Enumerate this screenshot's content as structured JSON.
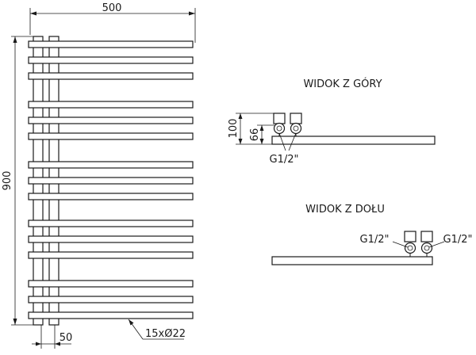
{
  "front": {
    "width_label": "500",
    "height_label": "900",
    "spacing_label": "50",
    "tube_label": "15xØ22",
    "tube_count": 15
  },
  "top_view": {
    "title": "WIDOK Z GÓRY",
    "depth_label": "100",
    "offset_label": "66",
    "thread_label": "G1/2\""
  },
  "bottom_view": {
    "title": "WIDOK Z DOŁU",
    "thread_left_label": "G1/2\"",
    "thread_right_label": "G1/2\""
  }
}
